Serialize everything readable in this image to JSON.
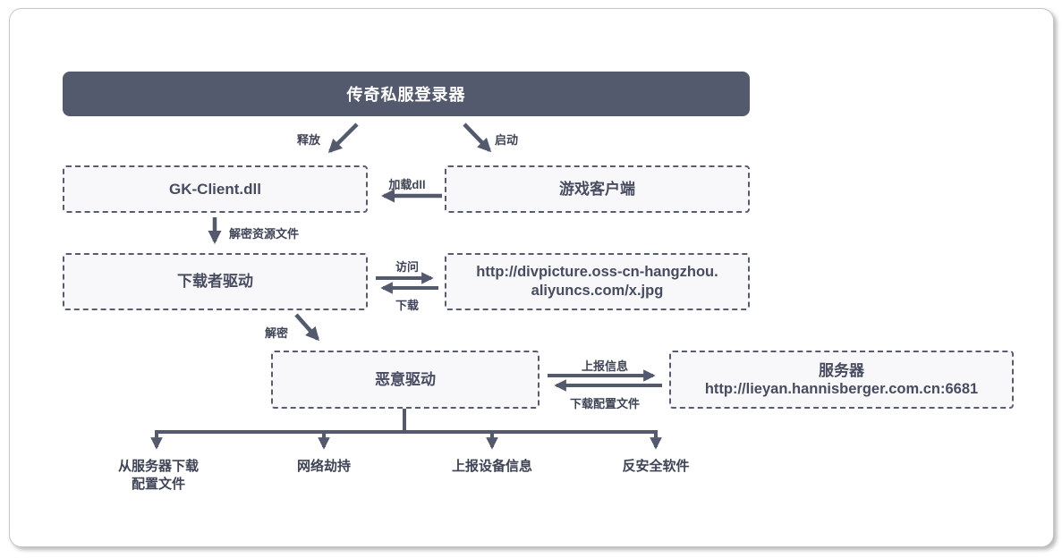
{
  "colors": {
    "ink": "#545a6d",
    "node_text": "#474c60",
    "label_text": "#3e4356",
    "node_bg": "#f8f8fa",
    "node_border": "#575c71",
    "header_bg": "#545a6d",
    "header_text": "#ffffff",
    "card_bg": "#ffffff",
    "card_border": "#c6c6c6"
  },
  "nodes": {
    "launcher": "传奇私服登录器",
    "gk_client_dll": "GK-Client.dll",
    "game_client": "游戏客户端",
    "downloader_driver": "下载者驱动",
    "payload_url_line1": "http://divpicture.oss-cn-hangzhou.",
    "payload_url_line2": "aliyuncs.com/x.jpg",
    "malicious_driver": "恶意驱动",
    "server_title": "服务器",
    "server_url": "http://lieyan.hannisberger.com.cn:6681"
  },
  "edge_labels": {
    "release": "释放",
    "launch": "启动",
    "load_dll": "加载dll",
    "decrypt_resource_file": "解密资源文件",
    "access": "访问",
    "download": "下载",
    "decrypt": "解密",
    "report_info": "上报信息",
    "download_config_file": "下载配置文件"
  },
  "behaviors": [
    {
      "line1": "从服务器下载",
      "line2": "配置文件"
    },
    {
      "line1": "网络劫持"
    },
    {
      "line1": "上报设备信息"
    },
    {
      "line1": "反安全软件"
    }
  ]
}
